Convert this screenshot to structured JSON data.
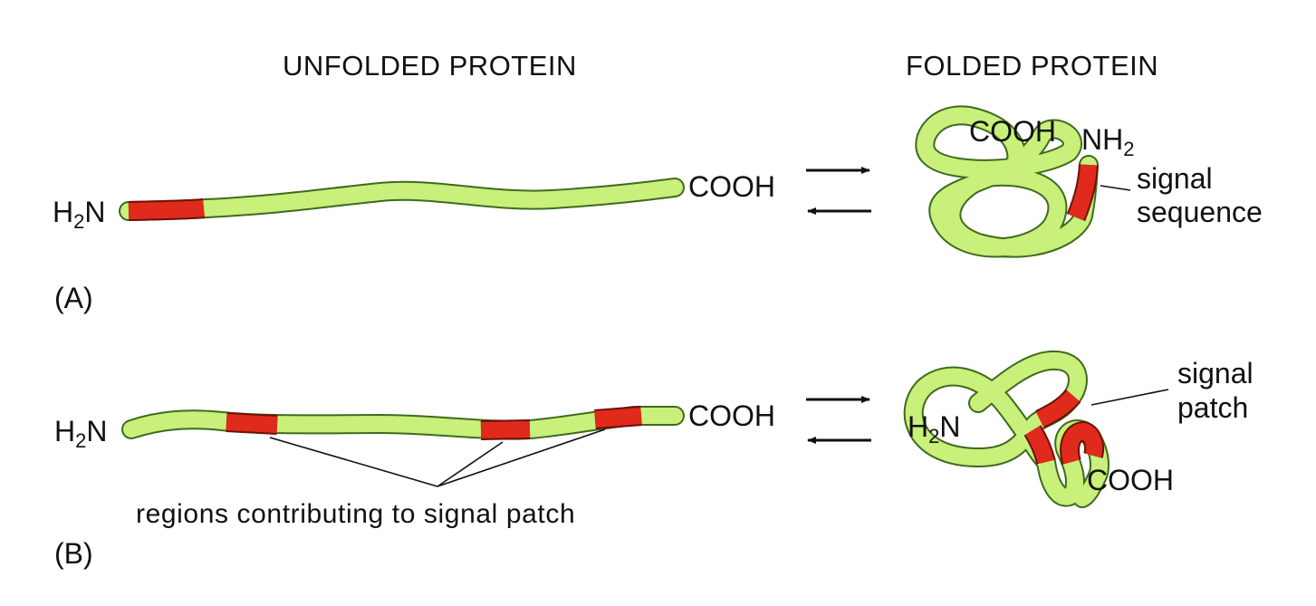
{
  "headers": {
    "unfolded": "UNFOLDED PROTEIN",
    "folded": "FOLDED PROTEIN"
  },
  "panel_a": {
    "tag": "(A)",
    "left_end": {
      "main": "H",
      "sub": "2",
      "tail": "N"
    },
    "right_end": "COOH",
    "folded_cooh": "COOH",
    "folded_nh2": {
      "main": "NH",
      "sub": "2"
    },
    "signal_label": [
      "signal",
      "sequence"
    ]
  },
  "panel_b": {
    "tag": "(B)",
    "left_end": {
      "main": "H",
      "sub": "2",
      "tail": "N"
    },
    "right_end": "COOH",
    "regions_label": "regions contributing to signal patch",
    "folded_h2n": {
      "main": "H",
      "sub": "2",
      "tail": "N"
    },
    "folded_cooh": "COOH",
    "signal_label": [
      "signal",
      "patch"
    ]
  },
  "colors": {
    "chain": "#c8f07a",
    "chain_outline": "#3f6a1f",
    "signal": "#e02a1c",
    "signal_outline": "#6a1208",
    "line": "#111111"
  }
}
